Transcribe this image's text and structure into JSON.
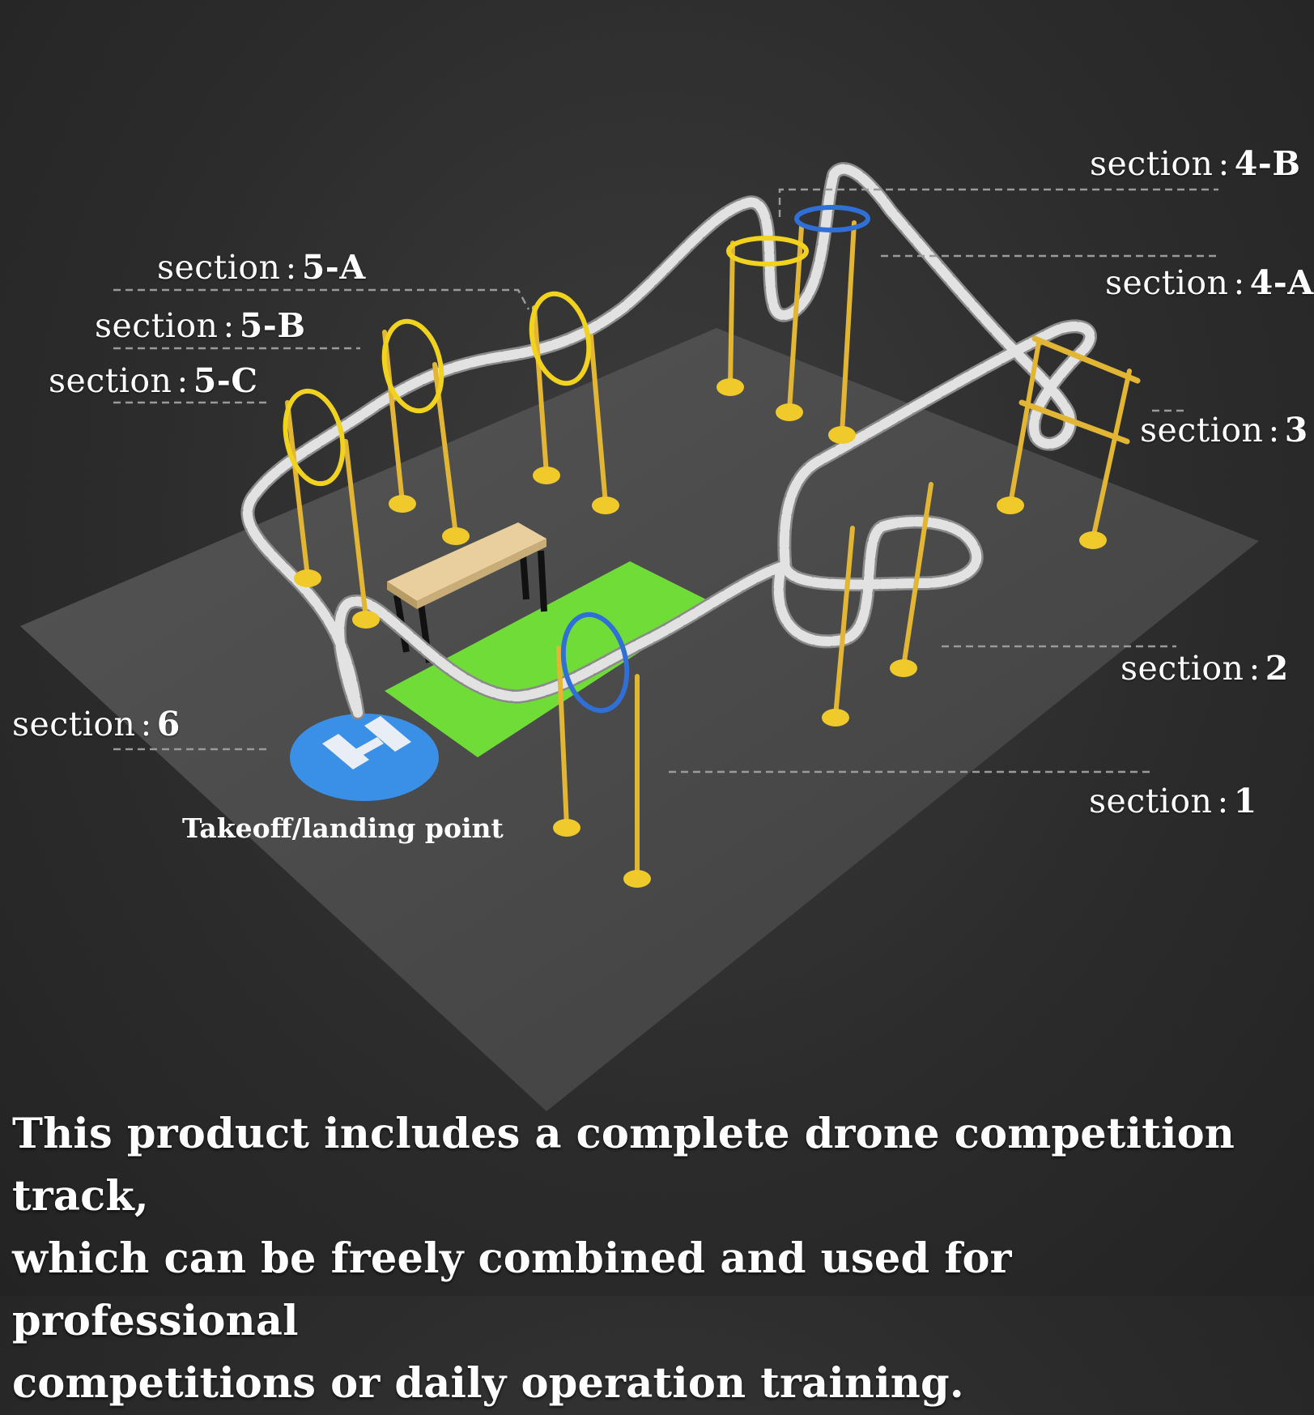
{
  "labels": {
    "s4b": {
      "prefix": "section",
      "code": "4-B"
    },
    "s4a": {
      "prefix": "section",
      "code": "4-A"
    },
    "s5a": {
      "prefix": "section",
      "code": "5-A"
    },
    "s5b": {
      "prefix": "section",
      "code": "5-B"
    },
    "s5c": {
      "prefix": "section",
      "code": "5-C"
    },
    "s3": {
      "prefix": "section",
      "code": "3"
    },
    "s2": {
      "prefix": "section",
      "code": "2"
    },
    "s6": {
      "prefix": "section",
      "code": "6"
    },
    "s1": {
      "prefix": "section",
      "code": "1"
    }
  },
  "takeoff_label": "Takeoff/landing point",
  "caption": {
    "line1": "This product includes a complete drone competition track,",
    "line2": "which can be freely combined and used for professional",
    "line3": "competitions or daily operation training."
  },
  "colors": {
    "floor": "#4a4a4a",
    "pole": "#e2b634",
    "ring_yellow": "#f1d21e",
    "ring_blue": "#2f6fd6",
    "track": "#d2d2d2",
    "green_mat": "#6fdc38",
    "helipad": "#3a8fe6",
    "bench_top": "#e8cf9d"
  },
  "icons": [
    "helipad-h-icon"
  ]
}
